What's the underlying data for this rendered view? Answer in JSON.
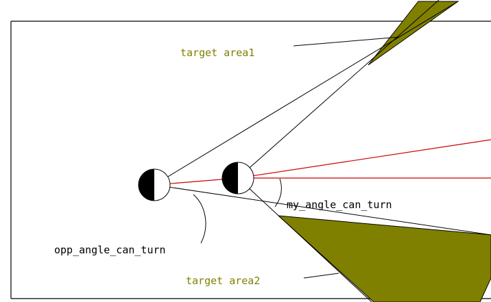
{
  "labels": {
    "target_area_1": "target area1",
    "target_area_2": "target area2",
    "my_angle": "my_angle_can_turn",
    "opp_angle": "opp_angle_can_turn"
  },
  "colors": {
    "background": "#ffffff",
    "frame": "#000000",
    "construction_lines": "#000000",
    "heading_lines": "#cc0000",
    "target_fill": "#808000",
    "target_label_text": "#808000",
    "angle_label_text": "#000000"
  }
}
